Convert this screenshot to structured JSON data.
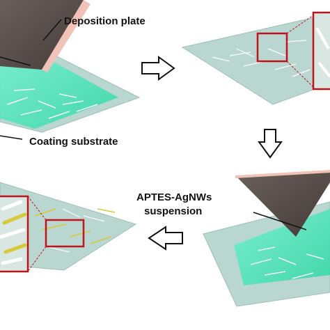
{
  "labels": {
    "deposition_plate": "Deposition plate",
    "coating_substrate": "Coating substrate",
    "aptes_line1": "APTES-AgNWs",
    "aptes_line2": "suspension"
  },
  "colors": {
    "substrate": "#b9d6d0",
    "substrate_edge": "#9fbfb8",
    "plate_top": "#5a4e49",
    "plate_edge": "#f0c2b8",
    "suspension": "#3fe0b3",
    "highlight_box": "#c0141a",
    "wire": "#f2f6f5",
    "wire_yellow": "#d6c93a",
    "arrow_fill": "#ffffff",
    "arrow_stroke": "#111111"
  },
  "icons": [
    "arrow-right-icon",
    "arrow-down-icon",
    "arrow-left-icon"
  ]
}
